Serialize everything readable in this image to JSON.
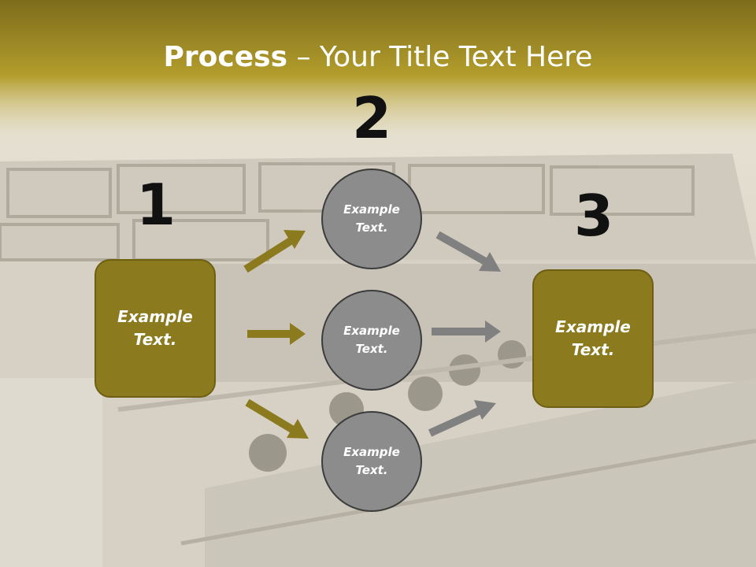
{
  "title": {
    "bold": "Process",
    "rest": " – Your Title Text Here"
  },
  "steps": {
    "n1": "1",
    "n2": "2",
    "n3": "3"
  },
  "boxes": {
    "left": "Example Text.",
    "right": "Example Text."
  },
  "circles": {
    "top": "Example Text.",
    "middle": "Example Text.",
    "bottom": "Example Text."
  },
  "colors": {
    "gold": "#8c7a1e",
    "gray_circle": "#8c8c8c",
    "gray_arrow": "#808080",
    "banner": "#b09a2a"
  }
}
